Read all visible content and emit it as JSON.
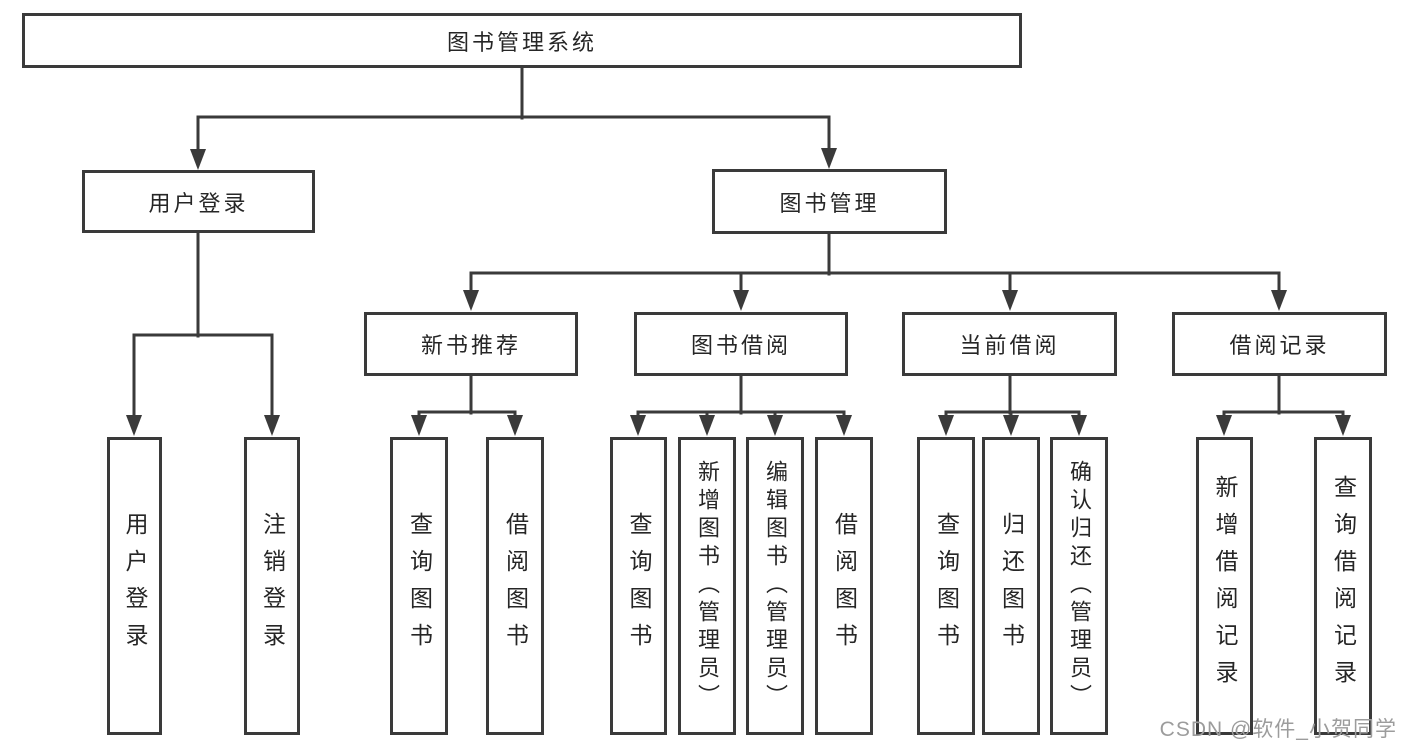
{
  "root": {
    "label": "图书管理系统"
  },
  "level2": {
    "user_login": {
      "label": "用户登录"
    },
    "book_management": {
      "label": "图书管理"
    }
  },
  "level3": {
    "new_book": {
      "label": "新书推荐"
    },
    "borrow": {
      "label": "图书借阅"
    },
    "current": {
      "label": "当前借阅"
    },
    "records": {
      "label": "借阅记录"
    }
  },
  "leaves": {
    "user_login": [
      "用户登录",
      "注销登录"
    ],
    "new_book": [
      "查询图书",
      "借阅图书"
    ],
    "borrow": [
      "查询图书",
      "新增图书（管理员）",
      "编辑图书（管理员）",
      "借阅图书"
    ],
    "current": [
      "查询图书",
      "归还图书",
      "确认归还（管理员）"
    ],
    "records": [
      "新增借阅记录",
      "查询借阅记录"
    ]
  },
  "watermark": {
    "text": "CSDN @软件_小贺同学"
  },
  "colors": {
    "line": "#3a3a3a",
    "box_border": "#3a3a3a",
    "text": "#262626",
    "watermark": "#9c9c9c",
    "background": "#ffffff"
  }
}
